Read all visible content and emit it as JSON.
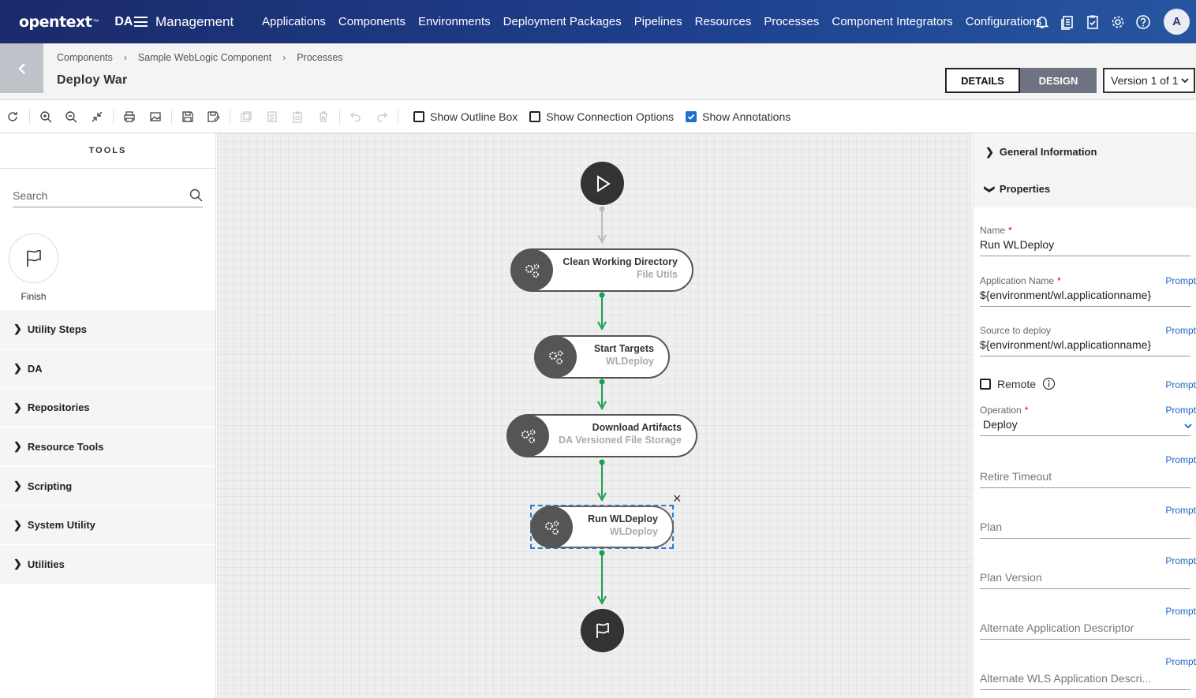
{
  "brand": {
    "logo": "opentext",
    "tm": "™",
    "product": "DA"
  },
  "nav": {
    "menu_label": "Management",
    "links": [
      "Applications",
      "Components",
      "Environments",
      "Deployment Packages",
      "Pipelines",
      "Resources",
      "Processes",
      "Component Integrators",
      "Configurations"
    ],
    "avatar": "A"
  },
  "header": {
    "breadcrumb": [
      "Components",
      "Sample WebLogic Component",
      "Processes"
    ],
    "title": "Deploy War",
    "tab_details": "DETAILS",
    "tab_design": "DESIGN",
    "version": "Version 1 of 1"
  },
  "toolbar": {
    "show_outline_box": "Show Outline Box",
    "show_connection_options": "Show Connection Options",
    "show_annotations": "Show Annotations"
  },
  "tools": {
    "title": "TOOLS",
    "search_placeholder": "Search",
    "finish_label": "Finish",
    "categories": [
      "Utility Steps",
      "DA",
      "Repositories",
      "Resource Tools",
      "Scripting",
      "System Utility",
      "Utilities"
    ]
  },
  "canvas": {
    "steps": [
      {
        "name": "Clean Working Directory",
        "plugin": "File Utils"
      },
      {
        "name": "Start Targets",
        "plugin": "WLDeploy"
      },
      {
        "name": "Download Artifacts",
        "plugin": "DA Versioned File Storage"
      },
      {
        "name": "Run WLDeploy",
        "plugin": "WLDeploy"
      }
    ],
    "close": "×"
  },
  "props": {
    "general_information": "General Information",
    "properties": "Properties",
    "prompt": "Prompt",
    "name_label": "Name",
    "name_value": "Run WLDeploy",
    "app_name_label": "Application Name",
    "app_name_value": "${environment/wl.applicationname}",
    "source_label": "Source to deploy",
    "source_value": "${environment/wl.applicationname}",
    "remote_label": "Remote",
    "operation_label": "Operation",
    "operation_value": "Deploy",
    "retire_timeout": "Retire Timeout",
    "plan": "Plan",
    "plan_version": "Plan Version",
    "alt_app_descriptor": "Alternate Application Descriptor",
    "alt_wls_descriptor": "Alternate WLS Application Descri..."
  },
  "colors": {
    "topbar": "#1e3f8c",
    "edge": "#1a9e4f",
    "accent": "#1e66c5",
    "selection": "#2b7bd6"
  }
}
